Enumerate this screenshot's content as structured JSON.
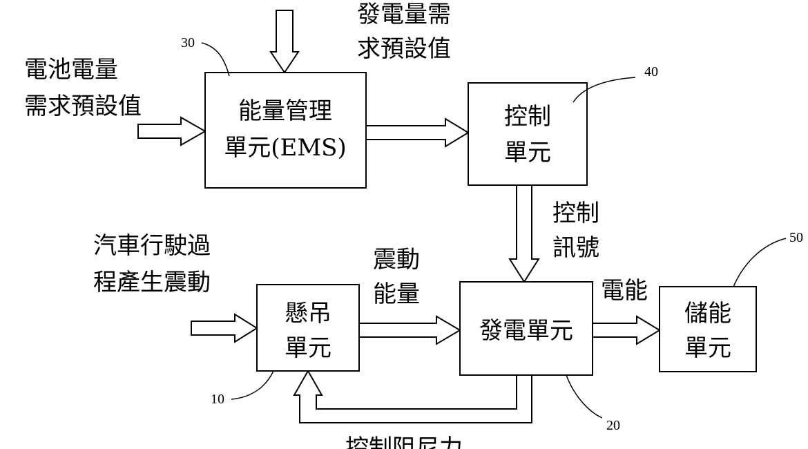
{
  "blocks": {
    "ems": {
      "ref": "30",
      "line1": "能量管理",
      "line2": "單元(EMS)"
    },
    "control": {
      "ref": "40",
      "line1": "控制",
      "line2": "單元"
    },
    "suspension": {
      "ref": "10",
      "line1": "懸吊",
      "line2": "單元"
    },
    "generator": {
      "ref": "20",
      "line1": "發電單元"
    },
    "storage": {
      "ref": "50",
      "line1": "儲能",
      "line2": "單元"
    }
  },
  "inputs": {
    "generation_demand": {
      "line1": "發電量需",
      "line2": "求預設值"
    },
    "battery_demand": {
      "line1": "電池電量",
      "line2": "需求預設值"
    },
    "vehicle_vibration": {
      "line1": "汽車行駛過",
      "line2": "程產生震動"
    }
  },
  "signals": {
    "control_signal": {
      "line1": "控制",
      "line2": "訊號"
    },
    "vibration_energy": {
      "line1": "震動",
      "line2": "能量"
    },
    "electric_energy": "電能",
    "damping_force": "控制阻尼力"
  }
}
